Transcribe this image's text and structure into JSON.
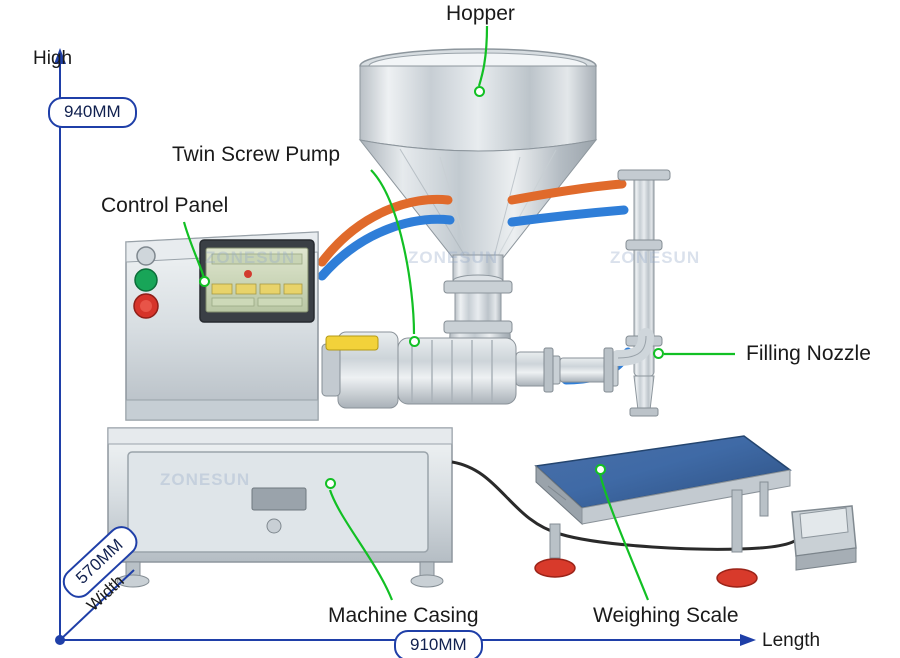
{
  "diagram": {
    "title_labels": [
      {
        "id": "hopper",
        "text": "Hopper"
      },
      {
        "id": "twin-screw-pump",
        "text": "Twin Screw Pump"
      },
      {
        "id": "control-panel",
        "text": "Control Panel"
      },
      {
        "id": "filling-nozzle",
        "text": "Filling Nozzle"
      },
      {
        "id": "machine-casing",
        "text": "Machine Casing"
      },
      {
        "id": "weighing-scale",
        "text": "Weighing Scale"
      }
    ],
    "axes": {
      "high_label": "High",
      "length_label": "Length",
      "width_label": "Width"
    },
    "dimensions": {
      "height": "940MM",
      "width": "570MM",
      "length": "910MM"
    },
    "watermarks": [
      "ZONESUN",
      "ZONESUN",
      "ZONESUN",
      "ZONESUN"
    ],
    "colors": {
      "callout": "#12c024",
      "axis": "#1f3fa8",
      "text": "#1a1a1a"
    }
  }
}
